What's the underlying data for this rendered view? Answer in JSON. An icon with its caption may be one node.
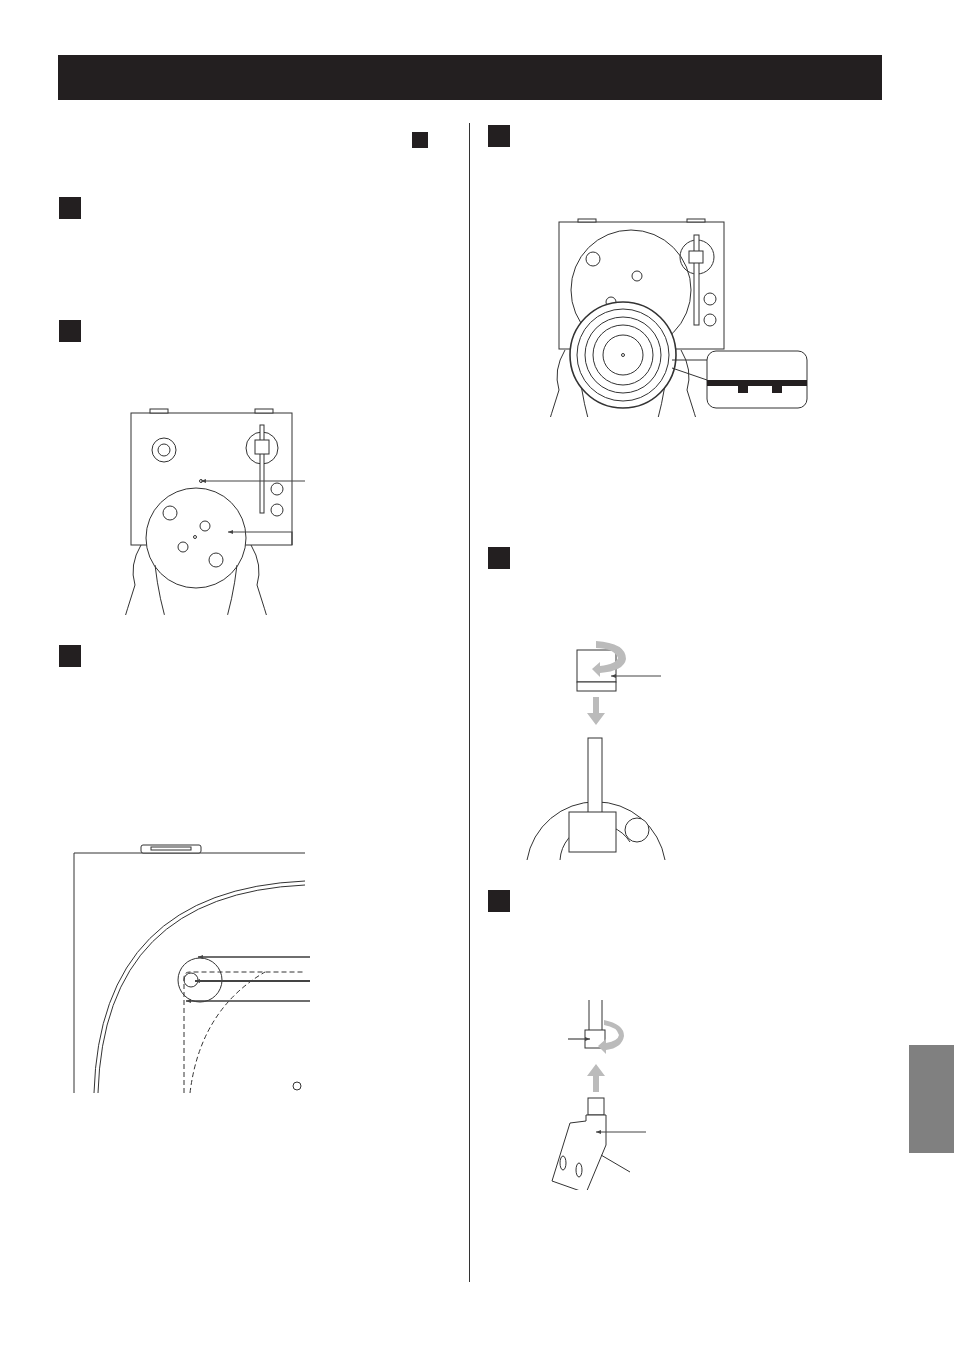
{
  "diagram": {
    "nodes": [
      {
        "text": [],
        "shape": "picture"
      },
      {
        "text": [],
        "shape": "picture"
      },
      {
        "text": [],
        "shape": "picture"
      },
      {
        "text": [],
        "shape": "picture"
      },
      {
        "text": [],
        "shape": "picture"
      },
      {
        "text": [],
        "shape": "box"
      }
    ],
    "edges": [
      {
        "from": null,
        "to": 0,
        "arrow": "to"
      },
      {
        "from": null,
        "to": 0,
        "arrow": "to"
      },
      {
        "from": null,
        "to": 2,
        "arrow": "to"
      },
      {
        "from": null,
        "to": 2,
        "arrow": "to"
      },
      {
        "from": null,
        "to": 2,
        "arrow": "to"
      },
      {
        "from": null,
        "to": 3,
        "arrow": "to"
      },
      {
        "from": null,
        "to": 4,
        "arrow": "to"
      },
      {
        "from": null,
        "to": 4,
        "arrow": "to"
      }
    ]
  }
}
